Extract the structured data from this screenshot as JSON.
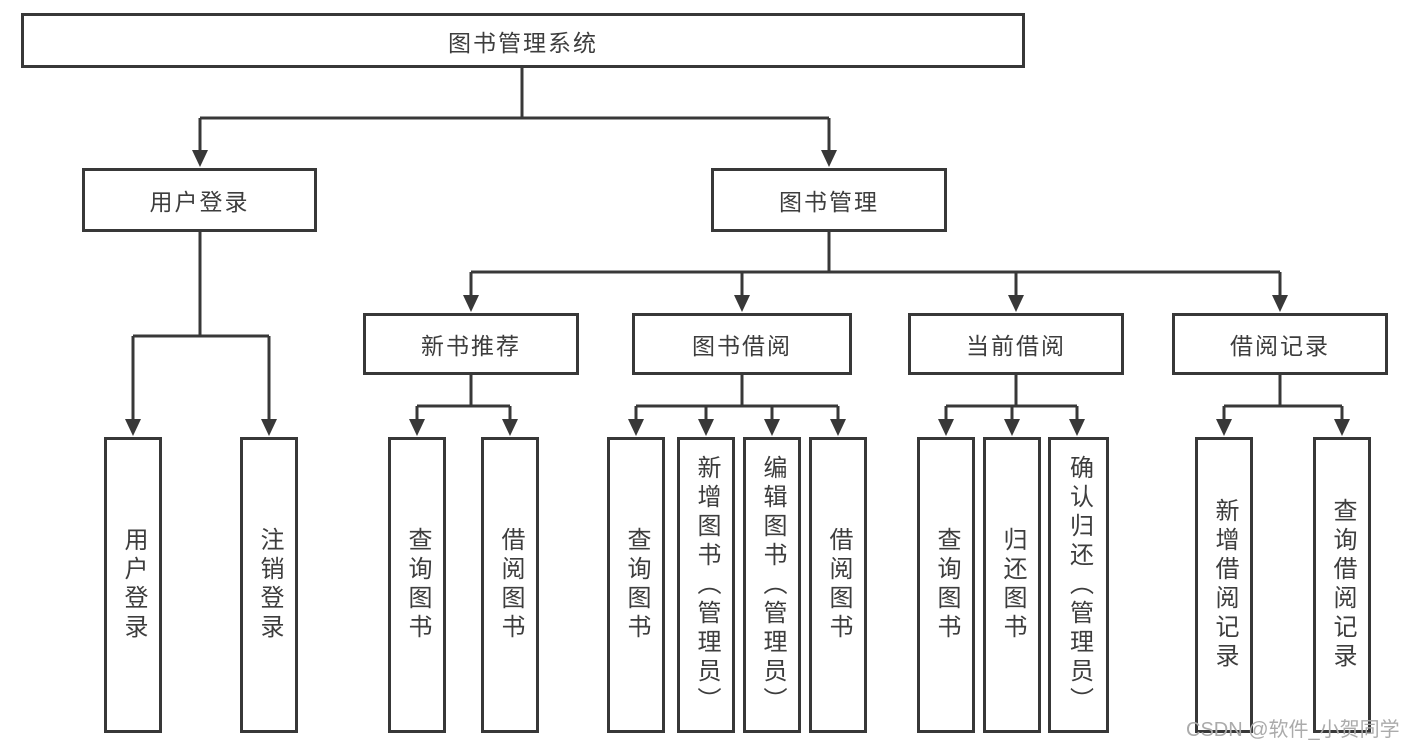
{
  "tree": {
    "label": "图书管理系统",
    "children": [
      {
        "label": "用户登录",
        "children": [
          {
            "label": "用户登录"
          },
          {
            "label": "注销登录"
          }
        ]
      },
      {
        "label": "图书管理",
        "children": [
          {
            "label": "新书推荐",
            "children": [
              {
                "label": "查询图书"
              },
              {
                "label": "借阅图书"
              }
            ]
          },
          {
            "label": "图书借阅",
            "children": [
              {
                "label": "查询图书"
              },
              {
                "label": "新增图书（管理员）"
              },
              {
                "label": "编辑图书（管理员）"
              },
              {
                "label": "借阅图书"
              }
            ]
          },
          {
            "label": "当前借阅",
            "children": [
              {
                "label": "查询图书"
              },
              {
                "label": "归还图书"
              },
              {
                "label": "确认归还（管理员）"
              }
            ]
          },
          {
            "label": "借阅记录",
            "children": [
              {
                "label": "新增借阅记录"
              },
              {
                "label": "查询借阅记录"
              }
            ]
          }
        ]
      }
    ]
  },
  "watermark": "CSDN @软件_小贺同学",
  "colors": {
    "line": "#383838",
    "box_border": "#383838",
    "box_fill": "#ffffff",
    "text": "#3d3d3d",
    "watermark": "#ababab",
    "background": "#ffffff"
  }
}
